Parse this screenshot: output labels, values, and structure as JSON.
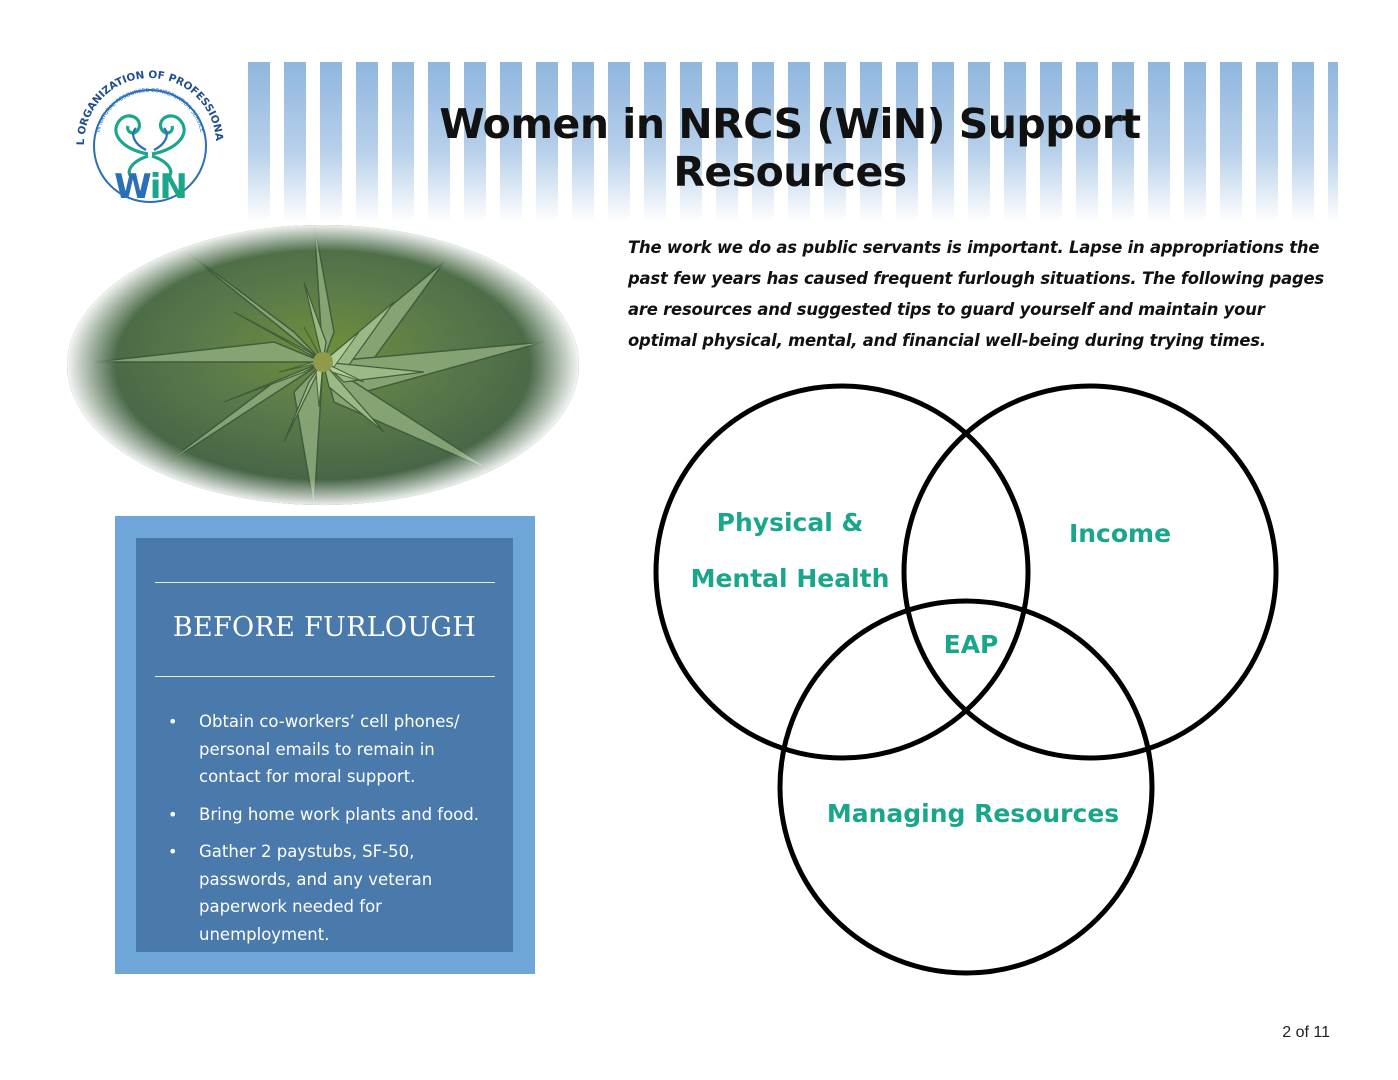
{
  "header": {
    "title": "Women in NRCS (WiN) Support Resources"
  },
  "logo": {
    "ring_text": "NATIONAL ORGANIZATION OF PROFESSIONAL WOMEN",
    "inner_text": "IN NATURAL RESOURCES CONSERVATION SERVICE",
    "wordmark": "WiN",
    "colors": {
      "ring": "#2a6fb7",
      "teal": "#1aa68a",
      "blue": "#2a6fb7"
    }
  },
  "intro": {
    "text": "The work we do as public servants is important. Lapse in appropriations the past few years has caused frequent furlough situations. The following pages are resources and suggested tips to guard yourself and maintain your optimal physical, mental, and financial well-being during trying times."
  },
  "before_furlough": {
    "heading": "BEFORE FURLOUGH",
    "items": [
      "Obtain co-workers’ cell phones/ personal emails to remain in contact for moral support.",
      "Bring home work plants and food.",
      "Gather 2 paystubs, SF-50, passwords, and any veteran paperwork needed for unemployment."
    ],
    "colors": {
      "outer": "#6fa6da",
      "inner": "#4a79ab"
    }
  },
  "venn": {
    "labels": {
      "physical_line1": "Physical  &",
      "physical_line2": "Mental Health",
      "income": "Income",
      "eap": "EAP",
      "managing": "Managing Resources"
    },
    "label_color": "#1aa68a",
    "stroke_color": "#000000"
  },
  "footer": {
    "page": "2 of 11"
  }
}
